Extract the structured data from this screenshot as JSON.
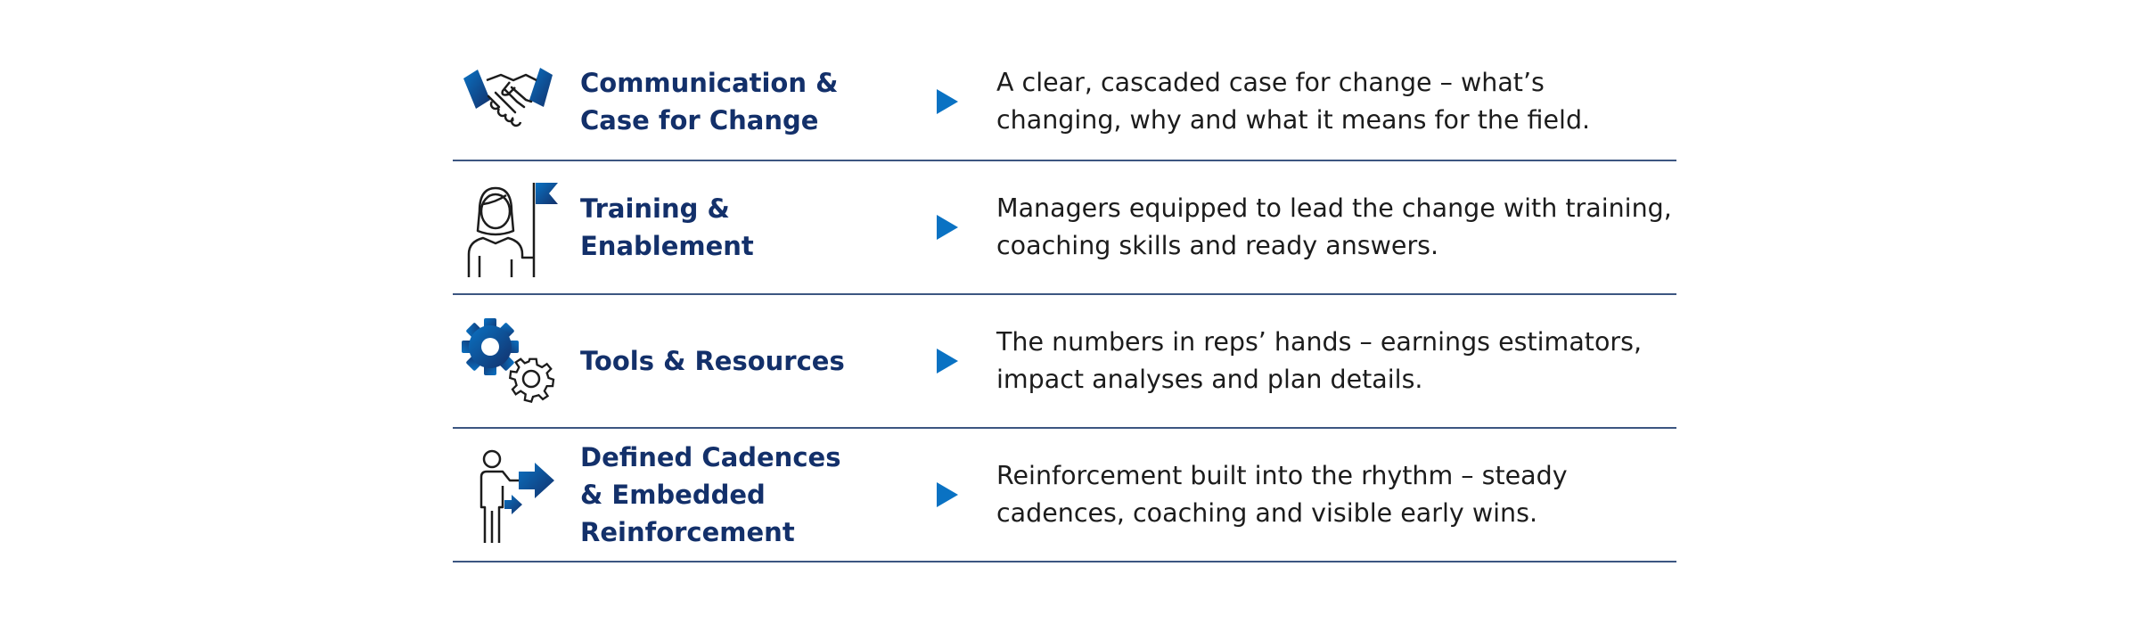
{
  "colors": {
    "heading": "#13306a",
    "accent": "#0a72c3",
    "text": "#1c1c1c",
    "divider": "#3c5681"
  },
  "rows": [
    {
      "icon": "handshake-icon",
      "label": "Communication &\nCase for Change",
      "description": "A clear, cascaded case for change – what’s changing, why and what it means for the field."
    },
    {
      "icon": "person-with-flag-icon",
      "label": "Training & Enablement",
      "description": "Managers equipped to lead the change with training, coaching skills and ready answers."
    },
    {
      "icon": "gears-icon",
      "label": "Tools & Resources",
      "description": "The numbers in reps’ hands – earnings estimators, impact analyses and plan details."
    },
    {
      "icon": "person-with-arrows-icon",
      "label": "Defined Cadences\n& Embedded\nReinforcement",
      "description": "Reinforcement built into the rhythm – steady cadences, coaching and visible early wins."
    }
  ]
}
